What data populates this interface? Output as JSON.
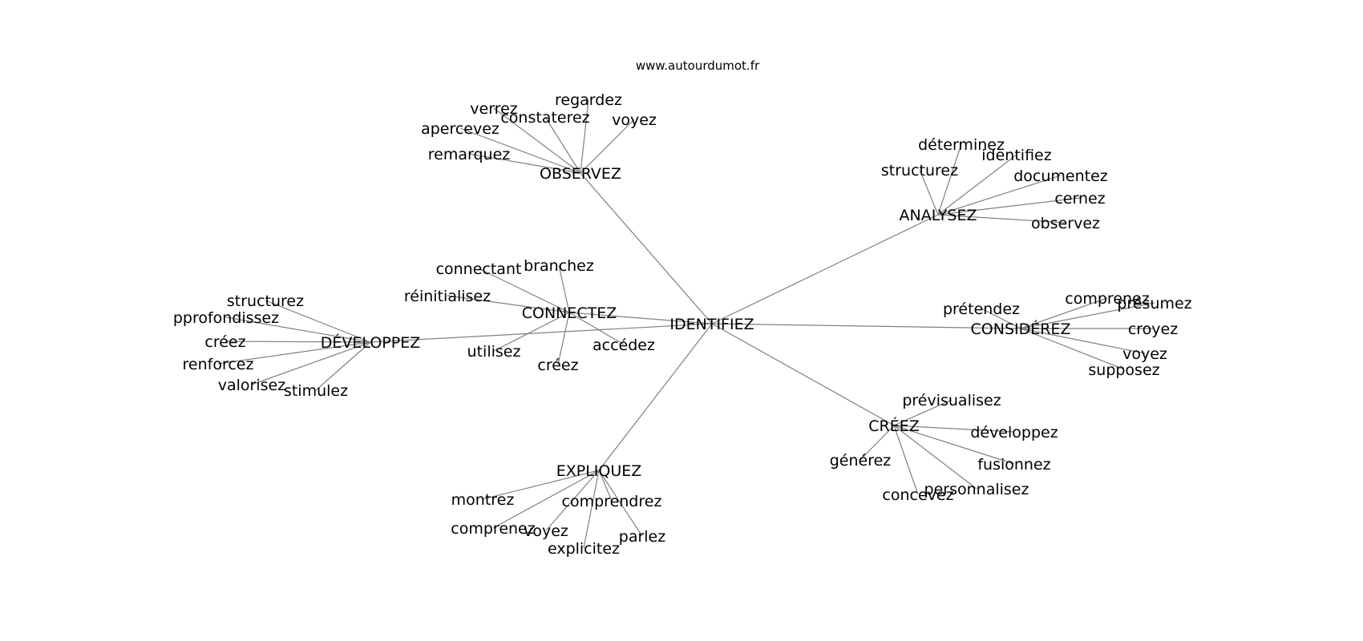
{
  "header": {
    "site": "www.autourdumot.fr"
  },
  "center": "IDENTIFIEZ",
  "groups": [
    {
      "hub": "OBSERVEZ",
      "leaves": [
        "verrez",
        "regardez",
        "constaterez",
        "voyez",
        "apercevez",
        "remarquez"
      ]
    },
    {
      "hub": "ANALYSEZ",
      "leaves": [
        "déterminez",
        "identifiez",
        "structurez",
        "documentez",
        "cernez",
        "observez"
      ]
    },
    {
      "hub": "CONNECTEZ",
      "leaves": [
        "connectant",
        "branchez",
        "réinitialisez",
        "utilisez",
        "créez",
        "accédez"
      ]
    },
    {
      "hub": "DÉVELOPPEZ",
      "leaves": [
        "structurez",
        "pprofondissez",
        "créez",
        "renforcez",
        "valorisez",
        "stimulez"
      ]
    },
    {
      "hub": "CONSIDÉREZ",
      "leaves": [
        "comprenez",
        "présumez",
        "prétendez",
        "croyez",
        "voyez",
        "supposez"
      ]
    },
    {
      "hub": "CRÉEZ",
      "leaves": [
        "prévisualisez",
        "développez",
        "générez",
        "fusionnez",
        "personnalisez",
        "concevez"
      ]
    },
    {
      "hub": "EXPLIQUEZ",
      "leaves": [
        "montrez",
        "comprendrez",
        "comprenez",
        "voyez",
        "parlez",
        "explicitez"
      ]
    }
  ]
}
